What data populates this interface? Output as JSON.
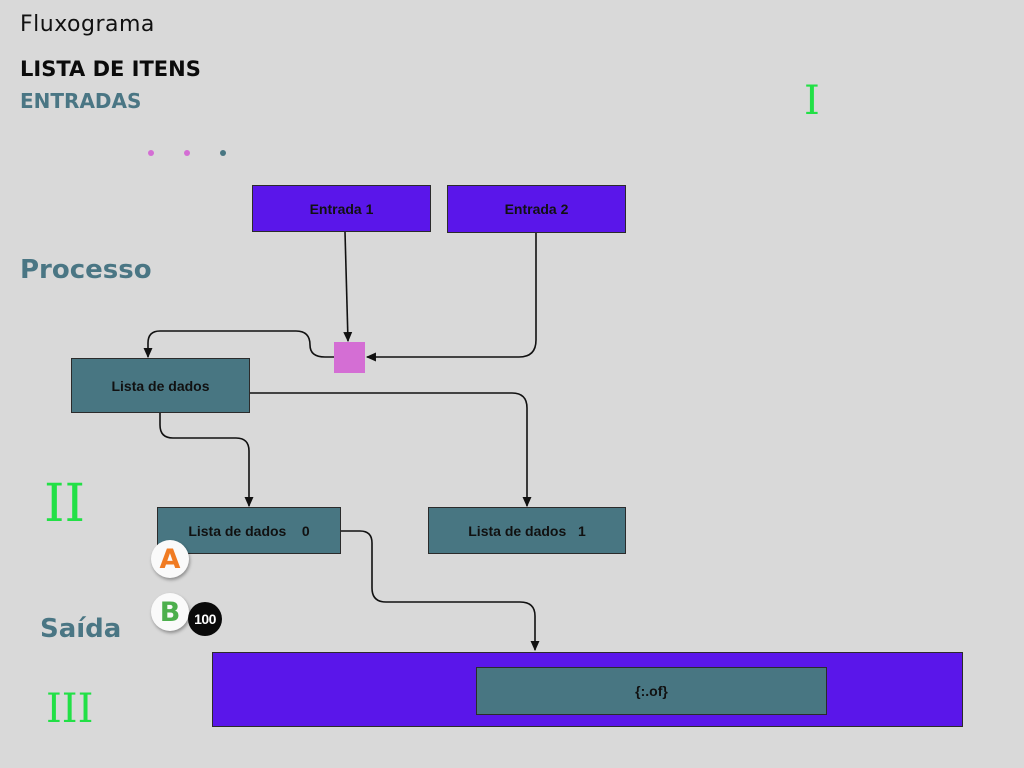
{
  "header": {
    "title": "Fluxograma",
    "list_heading": "LISTA DE ITENS",
    "inputs_heading": "ENTRADAS"
  },
  "sections": {
    "process": "Processo",
    "output": "Saída",
    "roman_1": "I",
    "roman_2": "II",
    "roman_3": "III"
  },
  "nodes": {
    "entrada_1": "Entrada 1",
    "entrada_2": "Entrada 2",
    "lista_dados": "Lista de dados",
    "lista_dados_0": "Lista de dados    0",
    "lista_dados_1": "Lista de dados   1",
    "output_value": "{:.of}"
  },
  "badges": {
    "a": "A",
    "b": "B",
    "count": "100"
  },
  "colors": {
    "background": "#d9d9d9",
    "purple": "#5a16ea",
    "teal": "#487682",
    "merge_pink": "#d46ed4",
    "roman_green": "#22e046",
    "heading_teal": "#4a7684"
  }
}
